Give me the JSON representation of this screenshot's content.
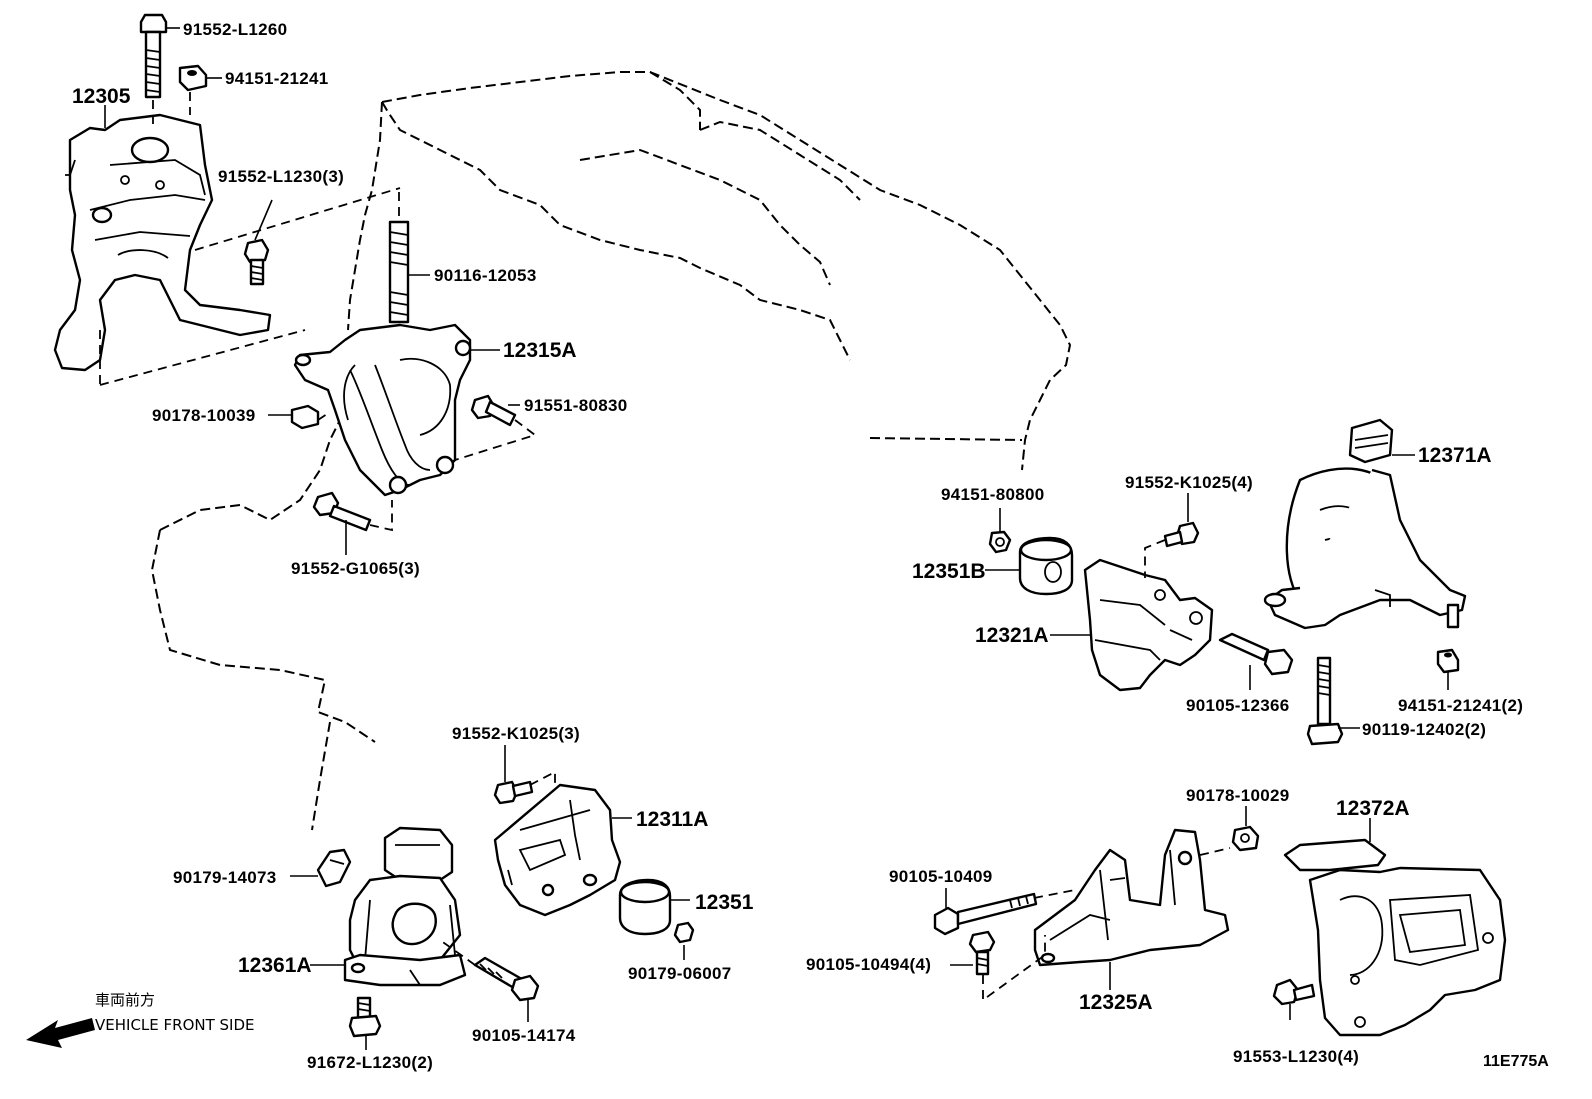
{
  "diagram": {
    "code": "11E775A",
    "front_label_jp": "車両前方",
    "front_label_en": "VEHICLE FRONT SIDE"
  },
  "parts": {
    "p91552_L1260": "91552-L1260",
    "p94151_21241": "94151-21241",
    "p12305": "12305",
    "p91552_L1230_3": "91552-L1230(3)",
    "p90116_12053": "90116-12053",
    "p12315A": "12315A",
    "p90178_10039": "90178-10039",
    "p91551_80830": "91551-80830",
    "p91552_G1065_3": "91552-G1065(3)",
    "p12371A": "12371A",
    "p94151_80800": "94151-80800",
    "p91552_K1025_4": "91552-K1025(4)",
    "p12351B": "12351B",
    "p12321A": "12321A",
    "p90105_12366": "90105-12366",
    "p94151_21241_2": "94151-21241(2)",
    "p90119_12402_2": "90119-12402(2)",
    "p91552_K1025_3": "91552-K1025(3)",
    "p12311A": "12311A",
    "p90179_14073": "90179-14073",
    "p12351": "12351",
    "p90179_06007": "90179-06007",
    "p12361A": "12361A",
    "p90105_14174": "90105-14174",
    "p91672_L1230_2": "91672-L1230(2)",
    "p90178_10029": "90178-10029",
    "p12372A": "12372A",
    "p90105_10409": "90105-10409",
    "p90105_10494_4": "90105-10494(4)",
    "p12325A": "12325A",
    "p91553_L1230_4": "91553-L1230(4)"
  }
}
